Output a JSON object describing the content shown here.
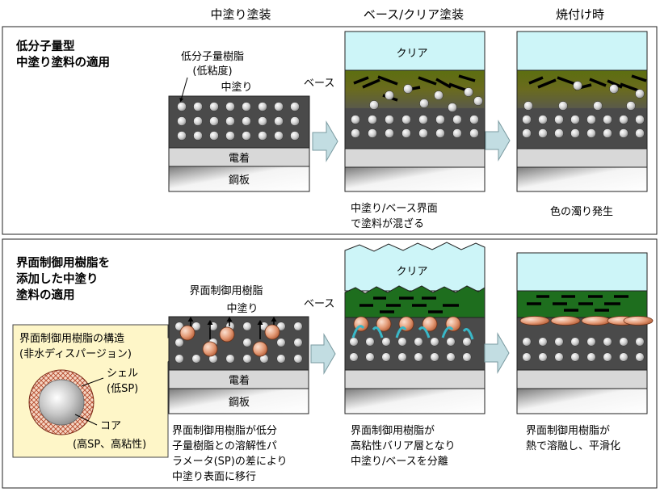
{
  "headers": {
    "mid_coat": "中塗り塗装",
    "base_clear": "ベース/クリア塗装",
    "baking": "焼付け時"
  },
  "panel_top": {
    "title_line1": "低分子量型",
    "title_line2": "中塗り塗料の適用",
    "resin_label_line1": "低分子量樹脂",
    "resin_label_line2": "(低粘度)",
    "mid_coat_label": "中塗り",
    "electro_label": "電着",
    "steel_label": "鋼板",
    "clear_label": "クリア",
    "base_label": "ベース",
    "caption_mid_line1": "中塗り/ベース界面",
    "caption_mid_line2": "で塗料が混ざる",
    "caption_right": "色の濁り発生"
  },
  "panel_bottom": {
    "title_line1": "界面制御用樹脂を",
    "title_line2": "添加した中塗り",
    "title_line3": "塗料の適用",
    "resin_label": "界面制御用樹脂",
    "mid_coat_label": "中塗り",
    "electro_label": "電着",
    "steel_label": "鋼板",
    "clear_label": "クリア",
    "base_label": "ベース",
    "structure_line1": "界面制御用樹脂の構造",
    "structure_line2": "(非水ディスパージョン)",
    "shell_line1": "シェル",
    "shell_line2": "(低SP)",
    "core_line1": "コア",
    "core_line2": "(高SP、高粘性)",
    "caption_left_line1": "界面制御用樹脂が低分",
    "caption_left_line2": "子量樹脂との溶解性パ",
    "caption_left_line3": "ラメータ(SP)の差により",
    "caption_left_line4": "中塗り表面に移行",
    "caption_mid_line1": "界面制御用樹脂が",
    "caption_mid_line2": "高粘性バリア層となり",
    "caption_mid_line3": "中塗り/ベースを分離",
    "caption_right_line1": "界面制御用樹脂が",
    "caption_right_line2": "熱で溶融し、平滑化"
  },
  "colors": {
    "mid_coat": "#4a4a4a",
    "electro": "#d8d8d8",
    "clear": "#cdf5f8",
    "base_green": "#1e6e1e",
    "base_olive": "#5a6b12",
    "resin_particle": "#e39a76",
    "arrow_fill": "#c2dde2",
    "callout_bg": "#fef6c8",
    "barrier_arc": "#39b8c8"
  }
}
